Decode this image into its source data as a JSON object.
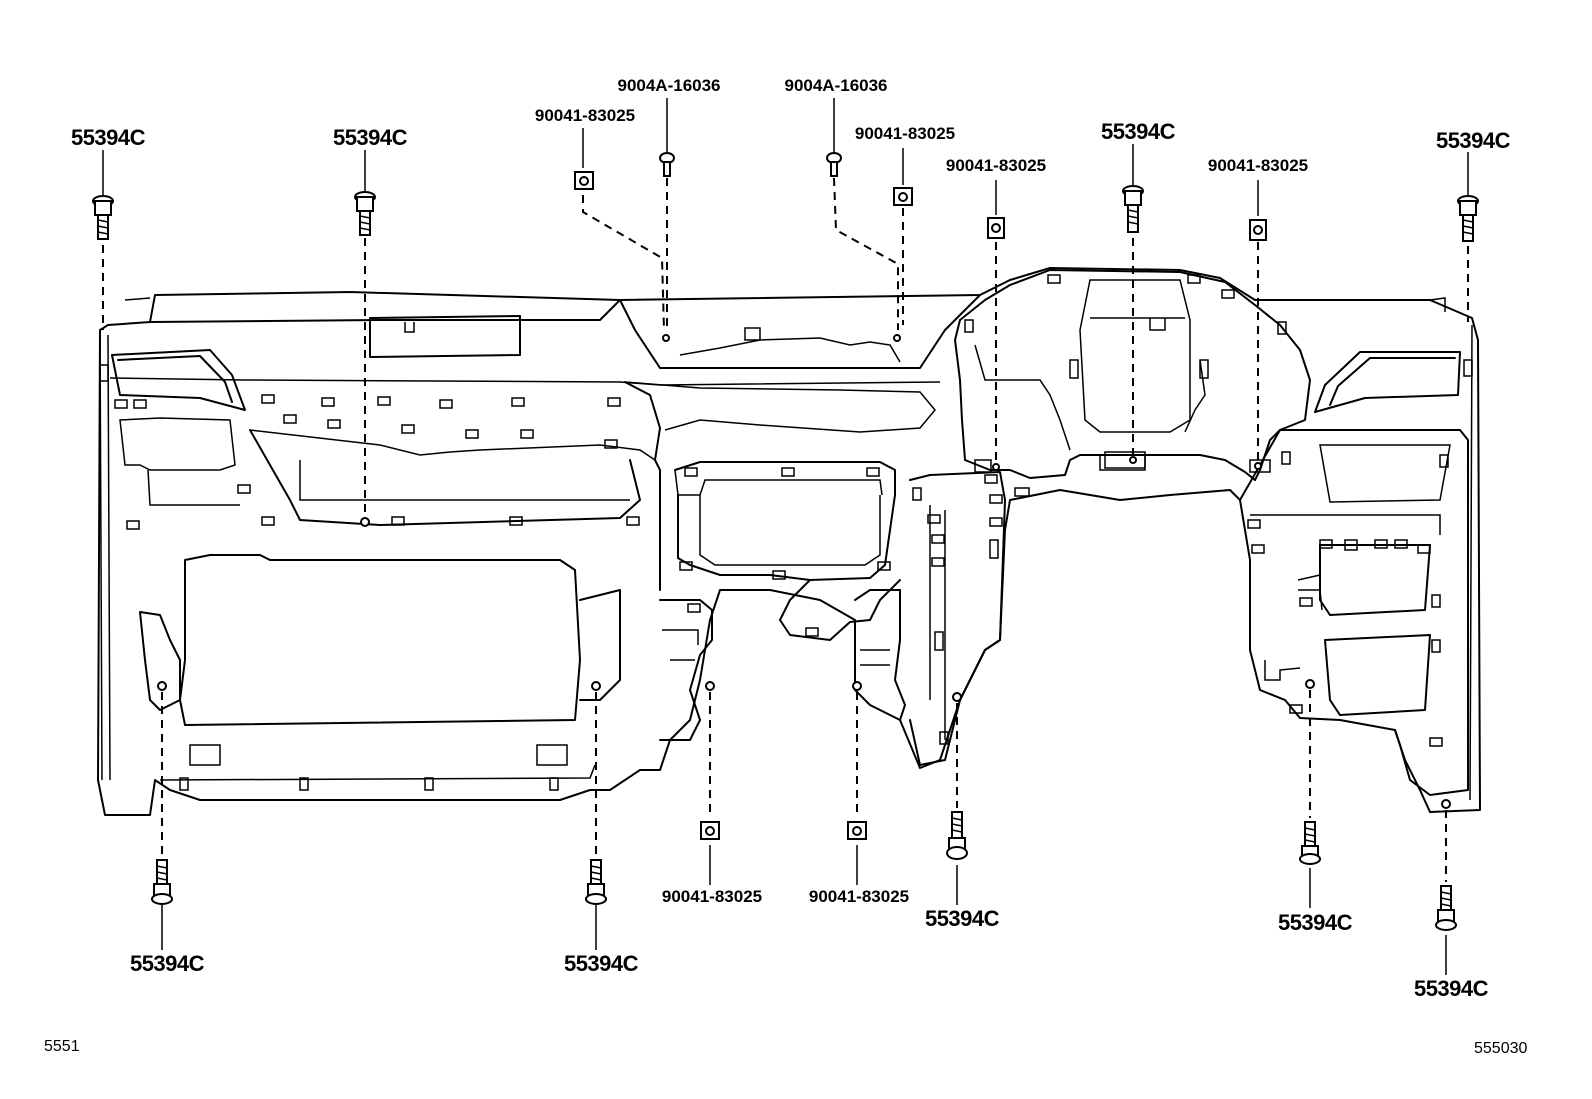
{
  "labels": {
    "l1": "55394C",
    "l2": "55394C",
    "l3": "90041-83025",
    "l4": "9004A-16036",
    "l5": "9004A-16036",
    "l6": "90041-83025",
    "l7": "90041-83025",
    "l8": "55394C",
    "l9": "90041-83025",
    "l10": "55394C",
    "l11": "55394C",
    "l12": "55394C",
    "l13": "90041-83025",
    "l14": "90041-83025",
    "l15": "55394C",
    "l16": "55394C",
    "l17": "55394C"
  },
  "footer": {
    "left_code": "5551",
    "right_code": "555030"
  },
  "icons": {
    "bolt": "hex-flange-bolt-icon",
    "clip_nut": "clip-nut-icon",
    "screw": "screw-icon"
  },
  "colors": {
    "line": "#000000",
    "background": "#ffffff"
  }
}
